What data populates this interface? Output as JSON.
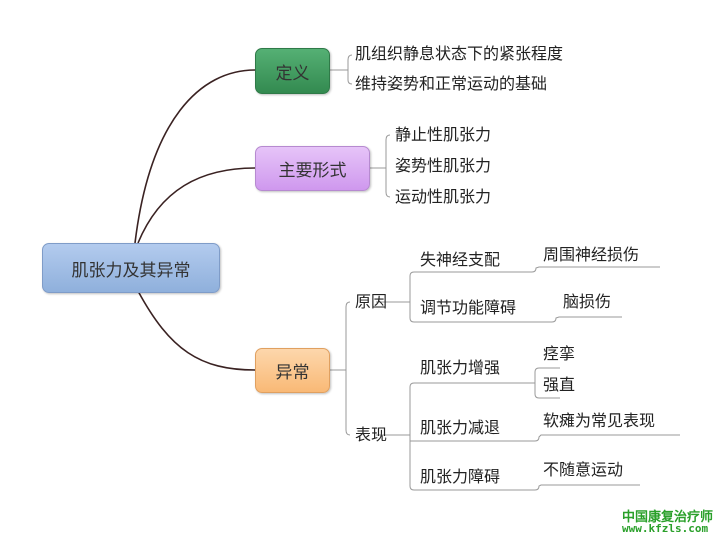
{
  "root": {
    "label": "肌张力及其异常",
    "color": "#9bb8e0"
  },
  "branches": {
    "definition": {
      "label": "定义",
      "color": "#3f9a5c",
      "items": [
        "肌组织静息状态下的紧张程度",
        "维持姿势和正常运动的基础"
      ]
    },
    "forms": {
      "label": "主要形式",
      "color": "#d8a8f0",
      "items": [
        "静止性肌张力",
        "姿势性肌张力",
        "运动性肌张力"
      ]
    },
    "abnormal": {
      "label": "异常",
      "color": "#fbc68e",
      "cause": {
        "label": "原因",
        "items": [
          {
            "label": "失神经支配",
            "detail": "周围神经损伤"
          },
          {
            "label": "调节功能障碍",
            "detail": "脑损伤"
          }
        ]
      },
      "manifestation": {
        "label": "表现",
        "items": [
          {
            "label": "肌张力增强",
            "details": [
              "痉挛",
              "强直"
            ]
          },
          {
            "label": "肌张力减退",
            "details": [
              "软瘫为常见表现"
            ]
          },
          {
            "label": "肌张力障碍",
            "details": [
              "不随意运动"
            ]
          }
        ]
      }
    }
  },
  "watermark": {
    "name": "中国康复治疗师",
    "url": "www.kfzls.com"
  }
}
